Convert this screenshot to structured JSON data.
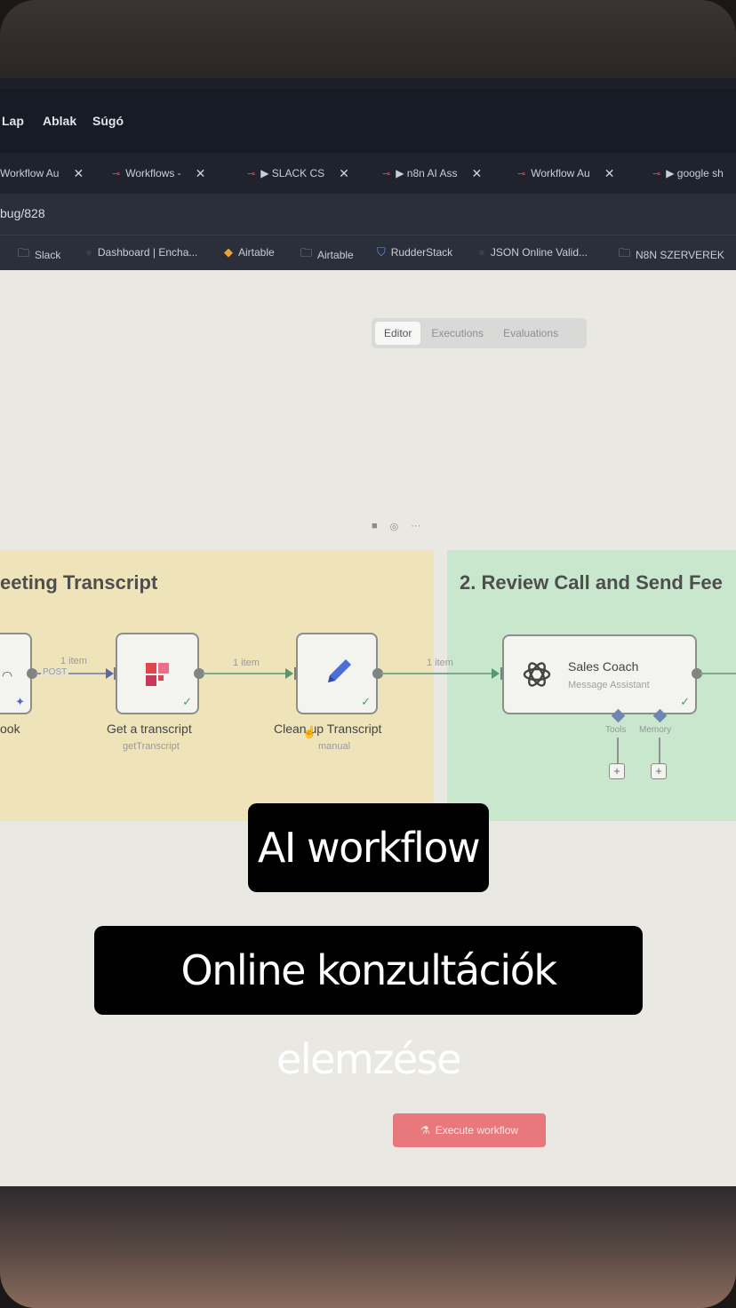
{
  "menu": {
    "items": [
      "Lap",
      "Ablak",
      "Súgó"
    ]
  },
  "tabs": [
    {
      "label": "Workflow Au"
    },
    {
      "label": "Workflows -"
    },
    {
      "label": "▶ SLACK CS"
    },
    {
      "label": "▶ n8n AI Ass"
    },
    {
      "label": "Workflow Au"
    },
    {
      "label": "▶ google sh"
    }
  ],
  "url": {
    "text": "bug/828"
  },
  "bookmarks": [
    {
      "label": "Slack",
      "icon": "folder-icon"
    },
    {
      "label": "Dashboard | Encha...",
      "icon": "globe-icon"
    },
    {
      "label": "Airtable",
      "icon": "airtable-icon"
    },
    {
      "label": "Airtable",
      "icon": "folder-icon"
    },
    {
      "label": "RudderStack",
      "icon": "shield-icon"
    },
    {
      "label": "JSON Online Valid...",
      "icon": "globe-icon"
    },
    {
      "label": "N8N SZERVEREK",
      "icon": "folder-icon"
    }
  ],
  "view_tabs": [
    "Editor",
    "Executions",
    "Evaluations"
  ],
  "stickies": {
    "yellow_title": "eeting Transcript",
    "green_title": "2. Review Call and Send Fee"
  },
  "nodes": {
    "webhook": {
      "label": "ook"
    },
    "get_transcript": {
      "label": "Get a transcript",
      "sub": "getTranscript"
    },
    "cleanup": {
      "label": "Clean up Transcript",
      "sub": "manual"
    },
    "sales_coach": {
      "label": "Sales Coach",
      "sub": "Message Assistant"
    }
  },
  "connections": {
    "c1_label": "1 item",
    "c1_method": "POST",
    "c2_label": "1 item",
    "c3_label": "1 item"
  },
  "agent_ports": {
    "tools": "Tools",
    "memory": "Memory"
  },
  "execute_button": {
    "label": "Execute workflow"
  },
  "captions": {
    "line1": "AI workflow",
    "line2": "Online konzultációk elemzése"
  },
  "colors": {
    "sticky_yellow": "#efe3b9",
    "sticky_green": "#c9e7cd",
    "execute_red": "#e8787c",
    "connector_green": "#4f9b70"
  }
}
